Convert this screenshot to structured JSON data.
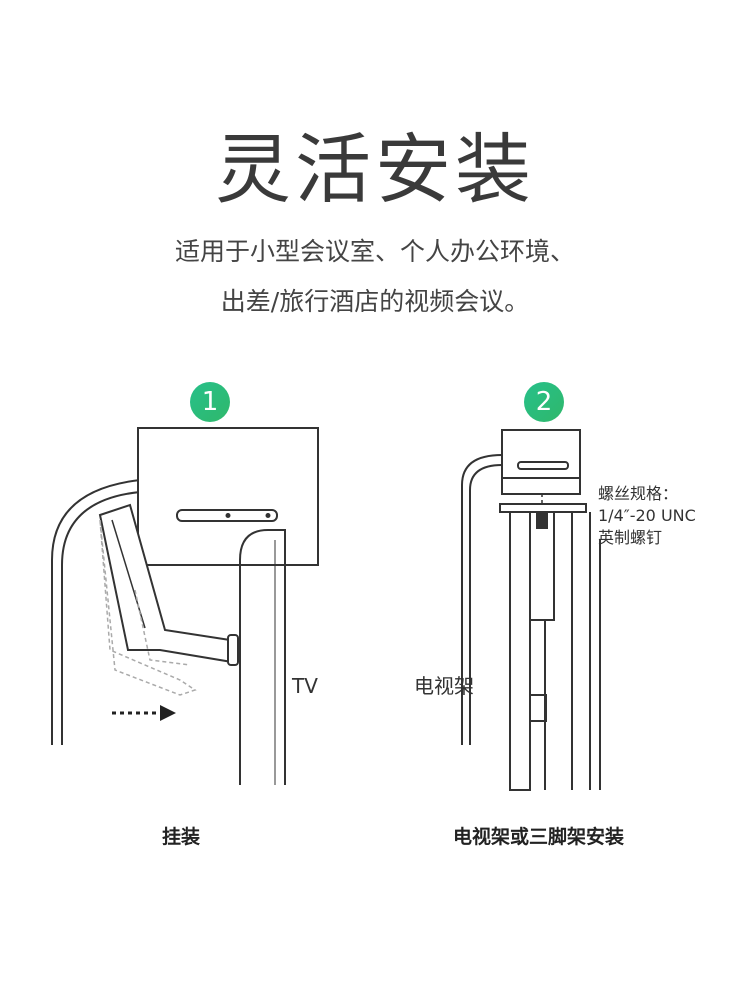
{
  "title": "灵活安装",
  "subtitle_line1": "适用于小型会议室、个人办公环境、",
  "subtitle_line2": "出差/旅行酒店的视频会议。",
  "step1_number": "1",
  "step2_number": "2",
  "tv_label": "TV",
  "stand_label": "电视架",
  "screw_spec_line1": "螺丝规格：",
  "screw_spec_line2": "1/4″-20 UNC",
  "screw_spec_line3": "英制螺钉",
  "caption_mount": "挂装",
  "caption_stand": "电视架或三脚架安装",
  "colors": {
    "badge_green": "#2fb86b",
    "line": "#333333",
    "dashed": "#aaaaaa"
  },
  "icons": [
    "arrow-right-icon"
  ]
}
